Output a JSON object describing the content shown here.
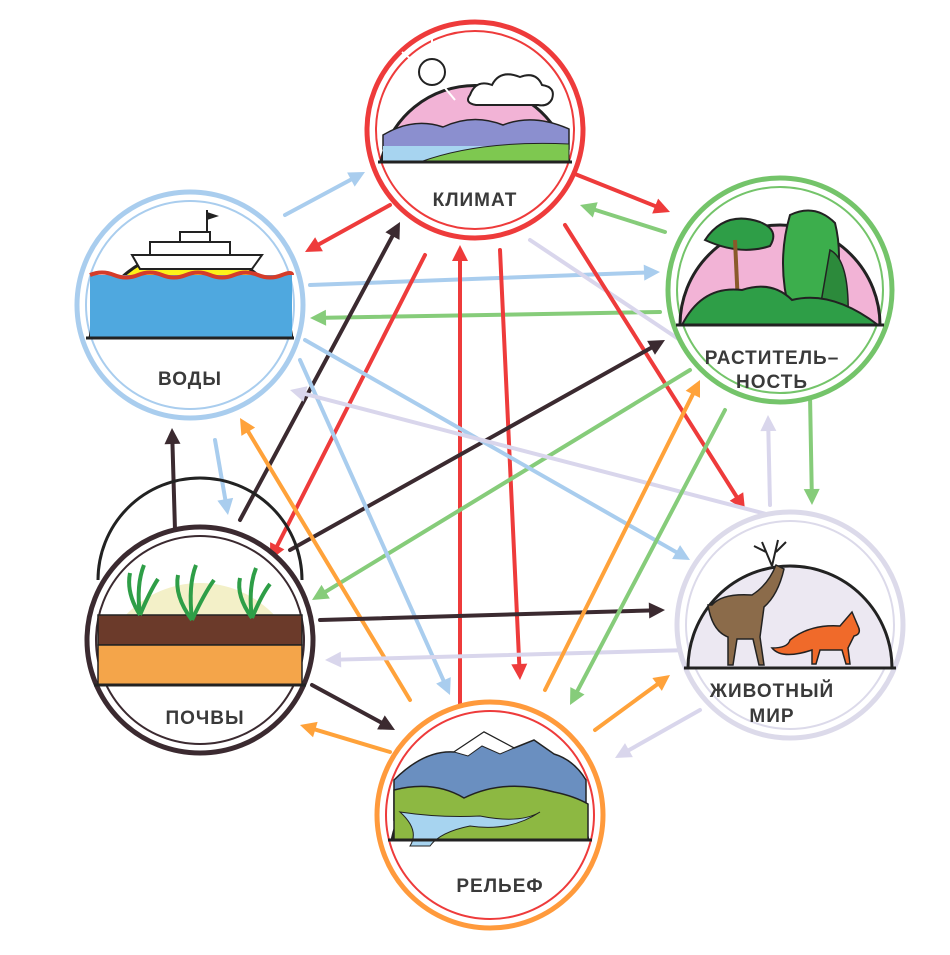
{
  "nodes": {
    "climate": {
      "label": "КЛИМАТ",
      "color": "#ee3b3b"
    },
    "water": {
      "label": "ВОДЫ",
      "color": "#a9cdee"
    },
    "vegetation": {
      "label_line1": "РАСТИТЕЛЬ–",
      "label_line2": "НОСТЬ",
      "color": "#74c46a"
    },
    "soils": {
      "label": "ПОЧВЫ",
      "color": "#3b2a30"
    },
    "animals": {
      "label_line1": "ЖИВОТНЫЙ",
      "label_line2": "МИР",
      "color": "#dcdaea"
    },
    "relief": {
      "label": "РЕЛЬЕФ",
      "color": "#ff9a3c"
    }
  },
  "arrow_colors": {
    "red": "#ee3b3b",
    "light_blue": "#a9cdee",
    "green": "#86cc7a",
    "dark": "#3b2a30",
    "lavender": "#d9d6ec",
    "orange": "#ffa23a"
  }
}
